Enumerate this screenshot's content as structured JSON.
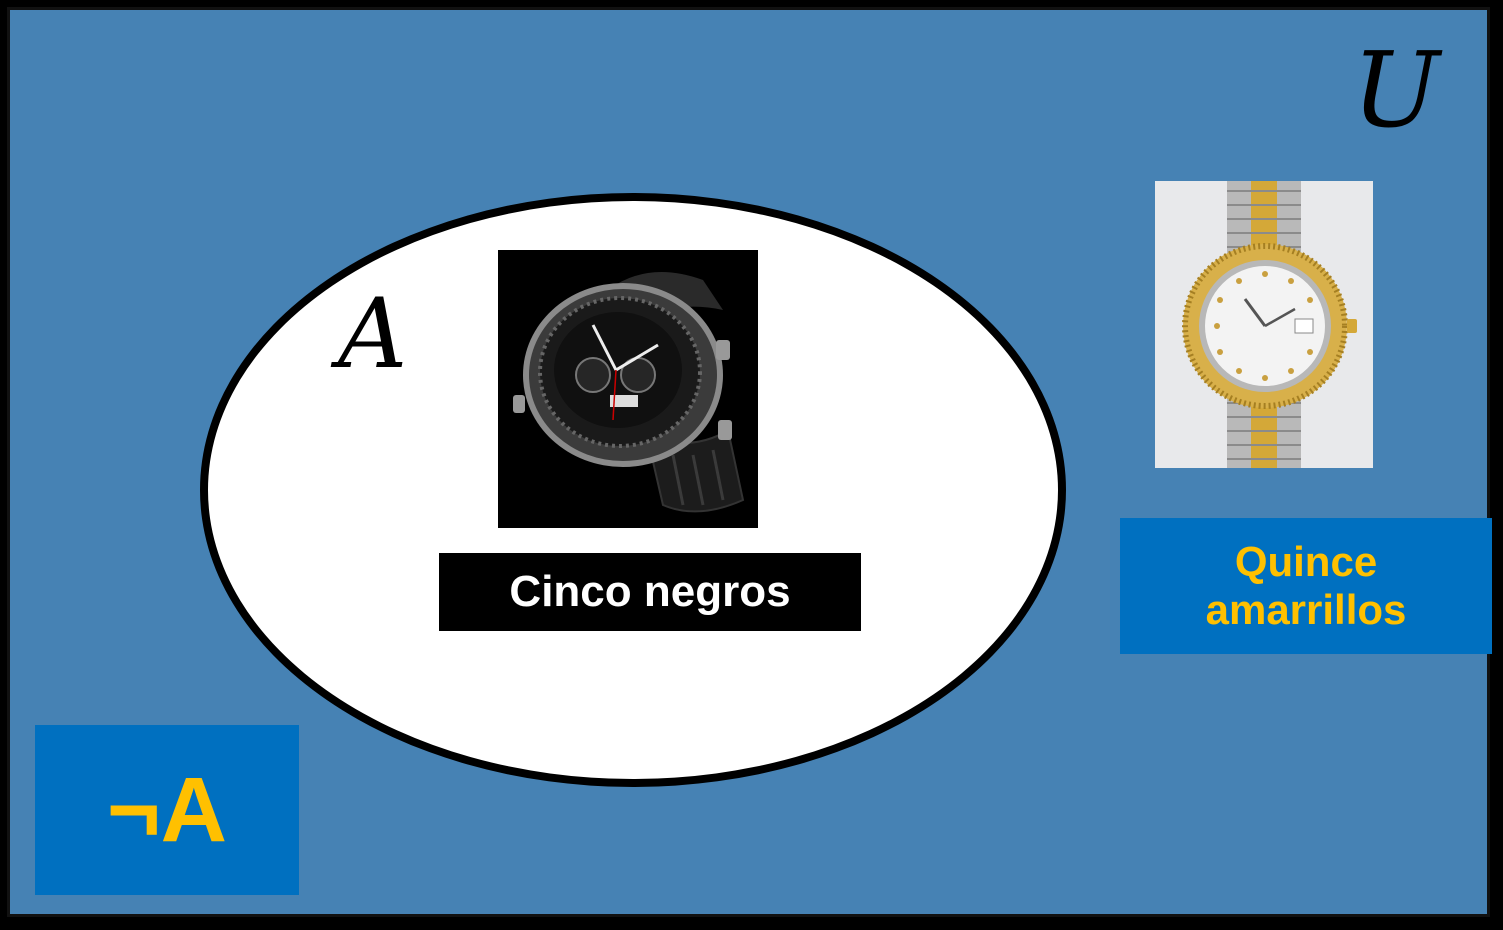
{
  "universe": {
    "label": "U"
  },
  "set_a": {
    "label": "A"
  },
  "black_watches": {
    "caption": "Cinco negros"
  },
  "yellow_watches": {
    "caption_line1": "Quince",
    "caption_line2": "amarrillos"
  },
  "complement": {
    "label": "¬A"
  },
  "colors": {
    "universe_bg": "#4682b4",
    "set_fill": "#ffffff",
    "caption_box_blue": "#0070c0",
    "caption_text_gold": "#ffc000",
    "caption_box_black": "#000000"
  },
  "icons": [
    "black-watch-icon",
    "gold-watch-icon"
  ]
}
